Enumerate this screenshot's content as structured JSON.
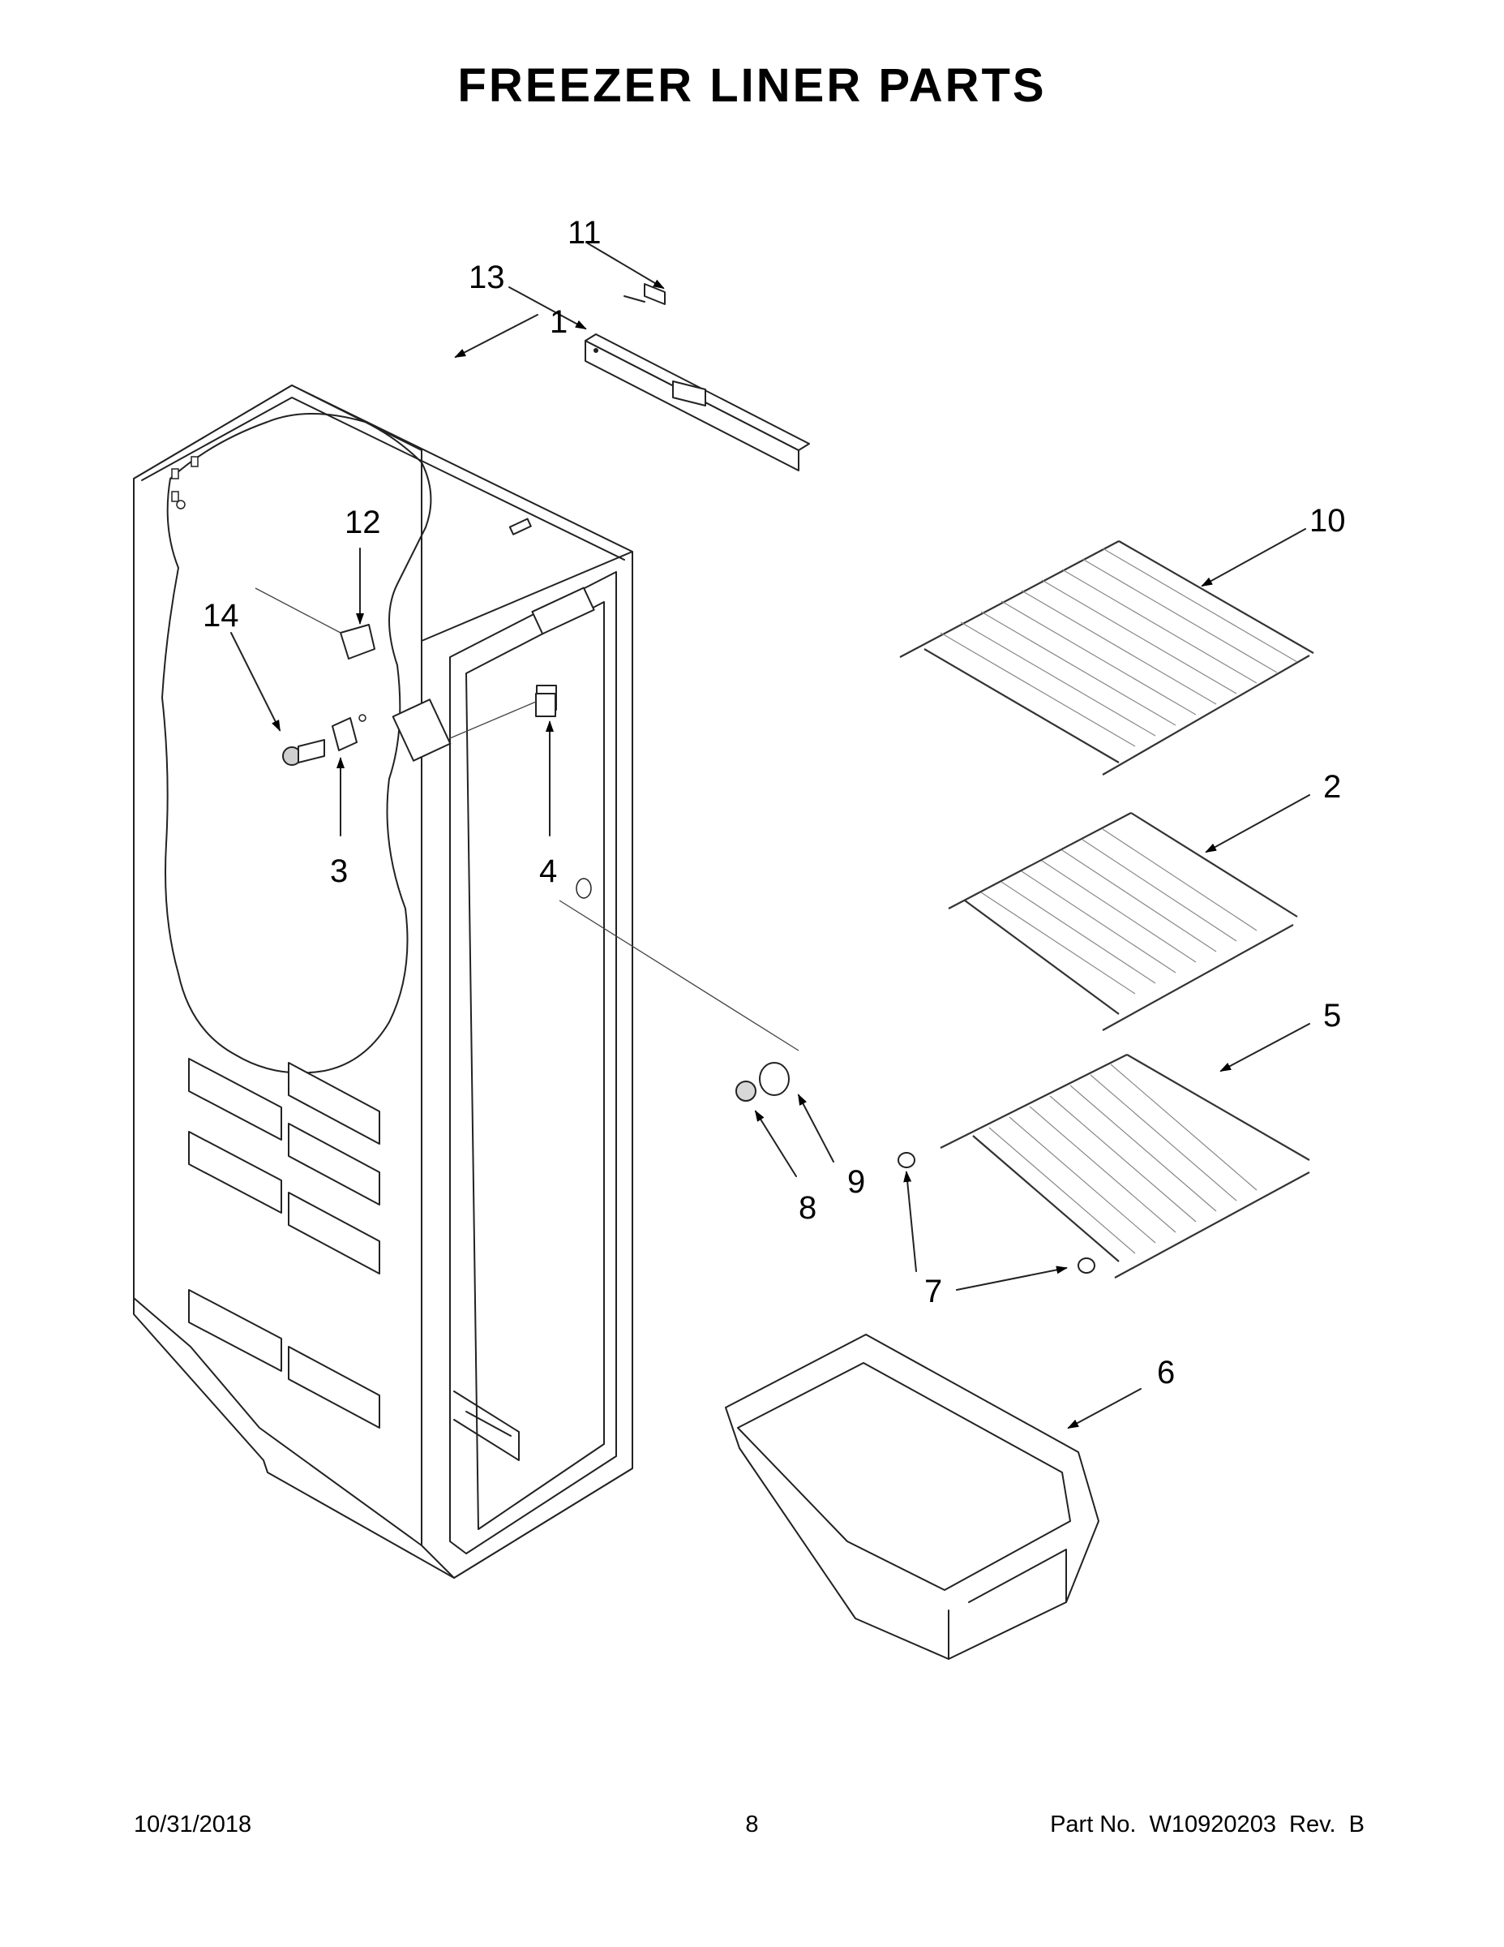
{
  "page": {
    "title": "FREEZER LINER PARTS"
  },
  "callouts": [
    {
      "id": "1",
      "label": "1"
    },
    {
      "id": "2",
      "label": "2"
    },
    {
      "id": "3",
      "label": "3"
    },
    {
      "id": "4",
      "label": "4"
    },
    {
      "id": "5",
      "label": "5"
    },
    {
      "id": "6",
      "label": "6"
    },
    {
      "id": "7",
      "label": "7"
    },
    {
      "id": "8",
      "label": "8"
    },
    {
      "id": "9",
      "label": "9"
    },
    {
      "id": "10",
      "label": "10"
    },
    {
      "id": "11",
      "label": "11"
    },
    {
      "id": "12",
      "label": "12"
    },
    {
      "id": "13",
      "label": "13"
    },
    {
      "id": "14",
      "label": "14"
    }
  ],
  "footer": {
    "date": "10/31/2018",
    "page_number": "8",
    "part_info": "Part No.  W10920203  Rev.  B"
  }
}
